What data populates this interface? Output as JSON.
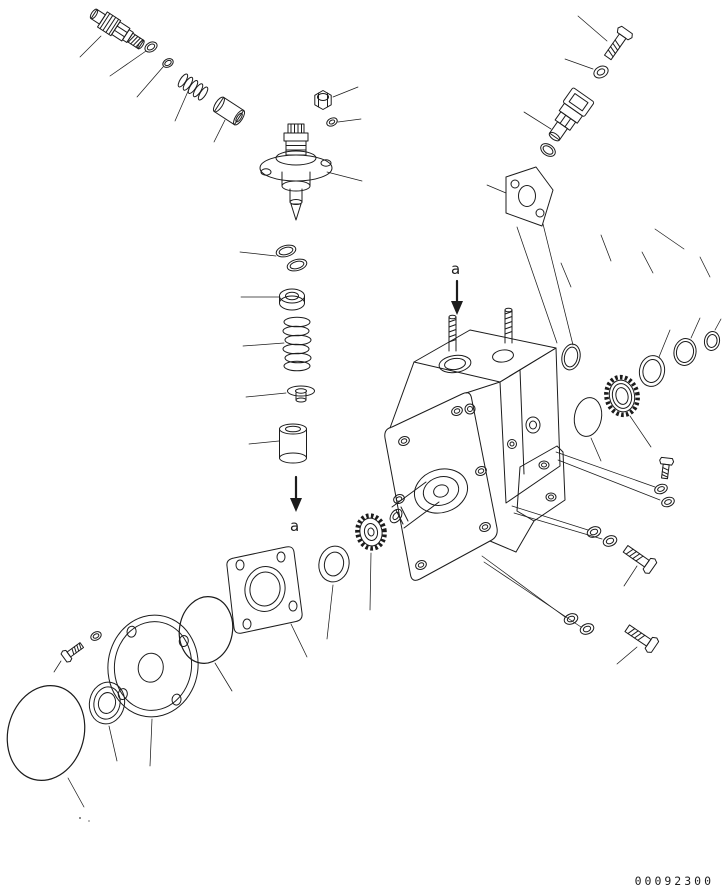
{
  "colors": {
    "ink": "#1c1c1c",
    "background": "#ffffff"
  },
  "drawing": {
    "number": "00092300",
    "labels": {
      "section_arrow_top": "a",
      "section_arrow_mid": "a"
    }
  }
}
